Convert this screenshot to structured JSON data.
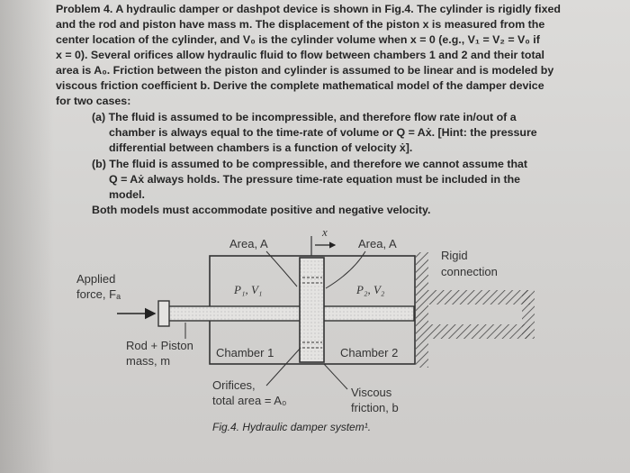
{
  "problem": {
    "lines": [
      "Problem 4. A hydraulic damper or dashpot device is shown in Fig.4. The cylinder is rigidly fixed",
      "and the rod and piston have mass m. The displacement of the piston x is measured from the",
      "center location of the cylinder, and V₀ is the cylinder volume when x = 0 (e.g., V₁ = V₂ = V₀ if",
      "x = 0). Several orifices allow hydraulic fluid to flow between chambers 1 and 2 and their total",
      "area is A₀. Friction between the piston and cylinder is assumed to be linear and is modeled by",
      "viscous friction coefficient b. Derive the complete mathematical model of the damper device",
      "for two cases:"
    ],
    "case_a": [
      "(a) The fluid is assumed to be incompressible, and therefore flow rate in/out of a",
      "chamber is always equal to the time-rate of volume or Q = Aẋ. [Hint: the pressure",
      "differential between chambers is a function of velocity ẋ]."
    ],
    "case_b": [
      "(b) The fluid is assumed to be compressible, and therefore we cannot assume that",
      "Q = Aẋ always holds. The pressure time-rate equation must be included in the",
      "model."
    ],
    "closing": "Both models must accommodate positive and negative velocity."
  },
  "figure": {
    "x_label": "x",
    "area_left": "Area, A",
    "area_right": "Area, A",
    "rigid": [
      "Rigid",
      "connection"
    ],
    "applied_force": [
      "Applied",
      "force, Fₐ"
    ],
    "p1v1": "P₁, V₁",
    "p2v2": "P₂, V₂",
    "rod_piston": [
      "Rod + Piston",
      "mass, m"
    ],
    "chamber1": "Chamber 1",
    "chamber2": "Chamber 2",
    "orifices": [
      "Orifices,",
      "total area = A₀"
    ],
    "viscous": [
      "Viscous",
      "friction, b"
    ],
    "caption": "Fig.4. Hydraulic damper system¹."
  }
}
